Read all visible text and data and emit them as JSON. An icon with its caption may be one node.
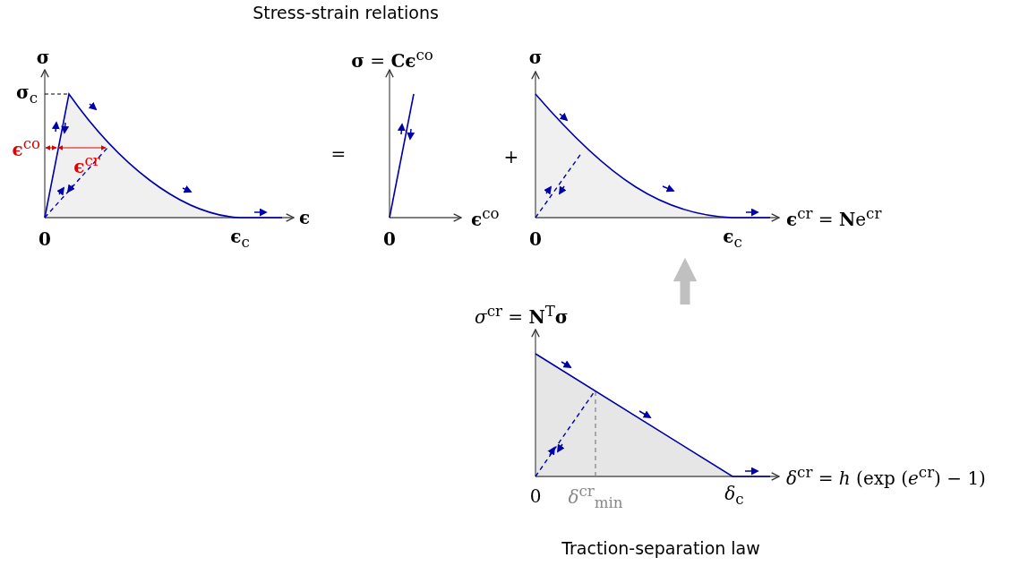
{
  "diagram": {
    "title": "Stress-strain relations",
    "caption": "Traction-separation law",
    "nodes": [
      {
        "text": [
          "σ",
          "**σ**$_{c}$",
          "**ϵ**$^{co}$",
          "**ϵ**$^{cr}$",
          "ϵ",
          "0",
          "**ϵ**$_{c}$"
        ]
      },
      {
        "text": [
          "**σ** = **Cϵ**$^{co}$",
          "**ϵ**$^{co}$",
          "0"
        ]
      },
      {
        "text": [
          "σ",
          "0",
          "**ϵ**$_{c}$",
          "**ϵ**$^{cr}$ = **N**e$^{cr}$"
        ]
      },
      {
        "text": [
          "*σ*$^{cr}$ = **N**$^{T}$**σ**",
          "0",
          "*δ*$^{cr}$$_{min}$",
          "*δ*$_{c}$",
          "*δ*$^{cr}$ = *h* (exp (*e*$^{cr}$) − 1)"
        ]
      }
    ],
    "edges": [
      {
        "from": 3,
        "to": 2,
        "arrow": "to",
        "color": "#c0c0c0"
      }
    ],
    "labels": [
      "=",
      "+"
    ]
  }
}
